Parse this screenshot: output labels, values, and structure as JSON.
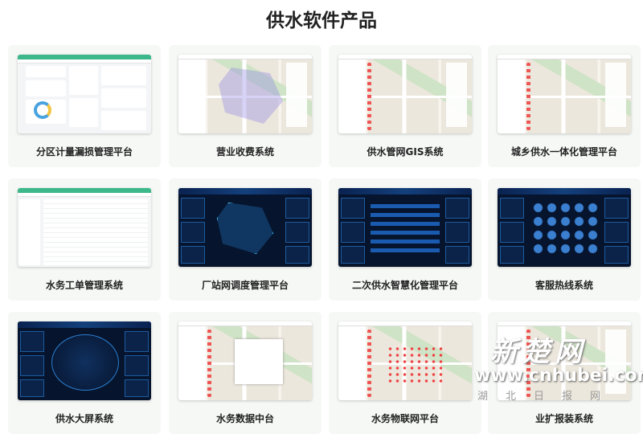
{
  "page_title": "供水软件产品",
  "products": [
    {
      "label": "分区计量漏损管理平台",
      "thumb": "light-dashboard"
    },
    {
      "label": "营业收费系统",
      "thumb": "map-region"
    },
    {
      "label": "供水管网GIS系统",
      "thumb": "map"
    },
    {
      "label": "城乡供水一体化管理平台",
      "thumb": "map"
    },
    {
      "label": "水务工单管理系统",
      "thumb": "light-table"
    },
    {
      "label": "厂站网调度管理平台",
      "thumb": "dark-map"
    },
    {
      "label": "二次供水智慧化管理平台",
      "thumb": "dark-flow"
    },
    {
      "label": "客服热线系统",
      "thumb": "dark-grid"
    },
    {
      "label": "供水大屏系统",
      "thumb": "dark-screen"
    },
    {
      "label": "水务数据中台",
      "thumb": "map-panel"
    },
    {
      "label": "水务物联网平台",
      "thumb": "map-dots"
    },
    {
      "label": "业扩报装系统",
      "thumb": "map"
    }
  ],
  "watermark": {
    "logo": "新楚网",
    "url": "www.cnhubei.com",
    "name": "湖北日报网"
  },
  "colors": {
    "accent": "#3cb88a",
    "dark_bg": "#06142e"
  }
}
